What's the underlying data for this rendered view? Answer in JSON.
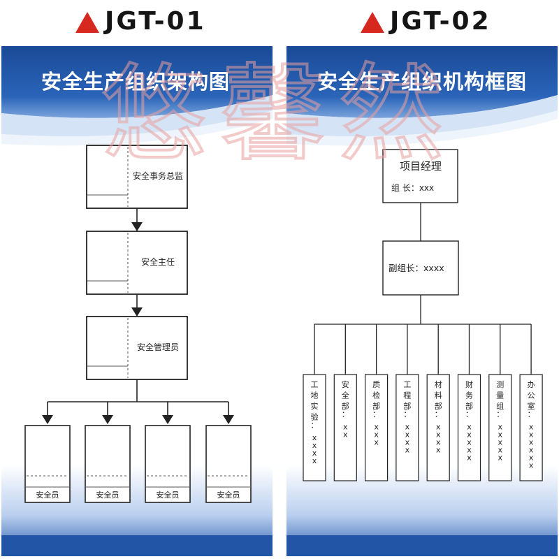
{
  "boards": [
    {
      "code": "JGT-01",
      "title": "安全生产组织架构图",
      "levels": [
        "安全事务总监",
        "安全主任",
        "安全管理员"
      ],
      "staff": [
        "安全员",
        "安全员",
        "安全员",
        "安全员"
      ]
    },
    {
      "code": "JGT-02",
      "title": "安全生产组织机构框图",
      "manager": {
        "title": "项目经理",
        "subtitle": "组 长：xxx"
      },
      "deputy": "副组长：xxxx",
      "departments": [
        {
          "name": "工地实验",
          "value": "xxxx"
        },
        {
          "name": "安全部",
          "value": "xx"
        },
        {
          "name": "质检部",
          "value": "xxx"
        },
        {
          "name": "工程部",
          "value": "xxxx"
        },
        {
          "name": "材料部",
          "value": "xxxx"
        },
        {
          "name": "财务部",
          "value": "xxxxx"
        },
        {
          "name": "测量组",
          "value": "xxxxx"
        },
        {
          "name": "办公室",
          "value": "xxxxxx"
        }
      ]
    }
  ],
  "watermark": "悠馨然",
  "colors": {
    "banner_dark": "#1e4f9c",
    "banner_light": "#dfe9f7",
    "arrow_red": "#d6281f",
    "watermark": "#e8a0a0"
  }
}
